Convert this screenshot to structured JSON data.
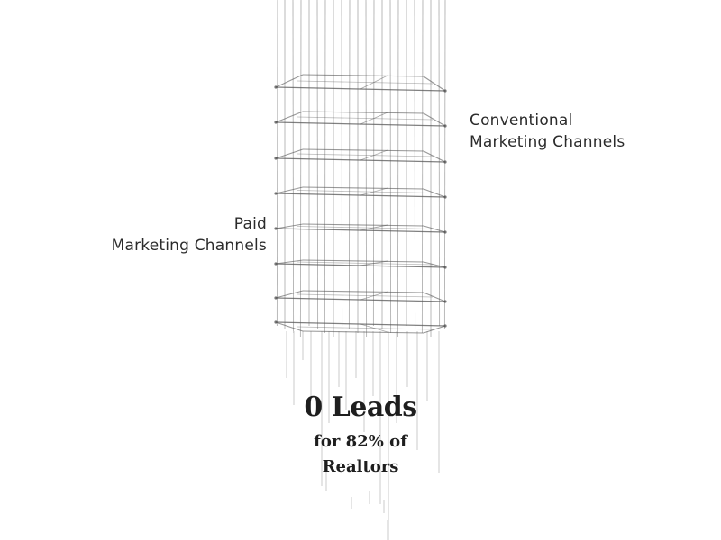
{
  "labels": {
    "conventional": {
      "line1": "Conventional",
      "line2": "Marketing Channels"
    },
    "paid": {
      "line1": "Paid",
      "line2": "Marketing Channels"
    }
  },
  "headline": {
    "main": "0 Leads",
    "sub_line1": "for 82% of",
    "sub_line2": "Realtors"
  },
  "colors": {
    "wire": "#555555",
    "wire_light": "#cfcfcf",
    "text": "#2b2b2b"
  }
}
